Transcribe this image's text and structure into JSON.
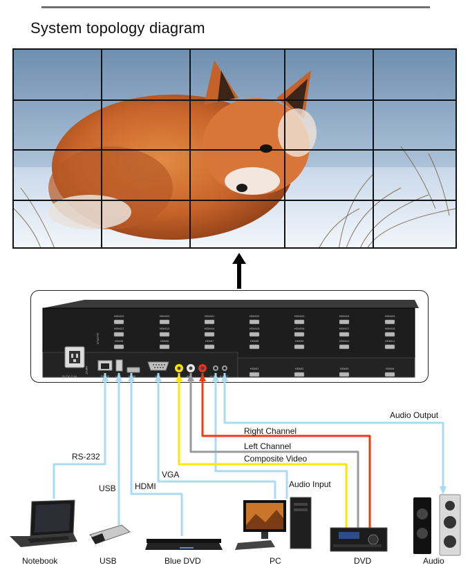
{
  "title": "System topology diagram",
  "chassis": {
    "input_rows": [
      [
        "HDMI19",
        "HDMI20",
        "HDMI21",
        "HDMI22",
        "HDMI23",
        "HDMI24",
        "HDMI25"
      ],
      [
        "HDMI12",
        "HDMI13",
        "HDMI14",
        "HDMI15",
        "HDMI16",
        "HDMI17",
        "HDMI18"
      ],
      [
        "HDMI5",
        "HDMI6",
        "HDMI7",
        "HDMI8",
        "HDMI9",
        "HDMI10",
        "HDMI11"
      ],
      [
        "HDMI1",
        "HDMI2",
        "HDMI3",
        "HDMI4"
      ]
    ],
    "side_label": "OUTPUT",
    "power_label": "5V  DC  2.1A",
    "ports": [
      "RS232",
      "USB",
      "HDMI",
      "VGA",
      "AV",
      "A-IN",
      "A-OUT"
    ],
    "input_tag": "INPUT"
  },
  "connections": {
    "rs232": "RS-232",
    "usb": "USB",
    "hdmi": "HDMI",
    "vga": "VGA",
    "audio_input": "Audio Input",
    "composite": "Composite Video",
    "left": "Left Channel",
    "right": "Right Channel",
    "audio_output": "Audio Output"
  },
  "devices": {
    "notebook": "Notebook",
    "usb": "USB",
    "bluedvd": "Blue DVD",
    "pc": "PC",
    "dvd": "DVD",
    "audio": "Audio"
  },
  "colors": {
    "blue_cable": "#9fd6ee",
    "yellow_cable": "#ffe500",
    "gray_cable": "#9a9a9a",
    "red_cable": "#f03a10",
    "chassis": "#1d1d1d"
  }
}
